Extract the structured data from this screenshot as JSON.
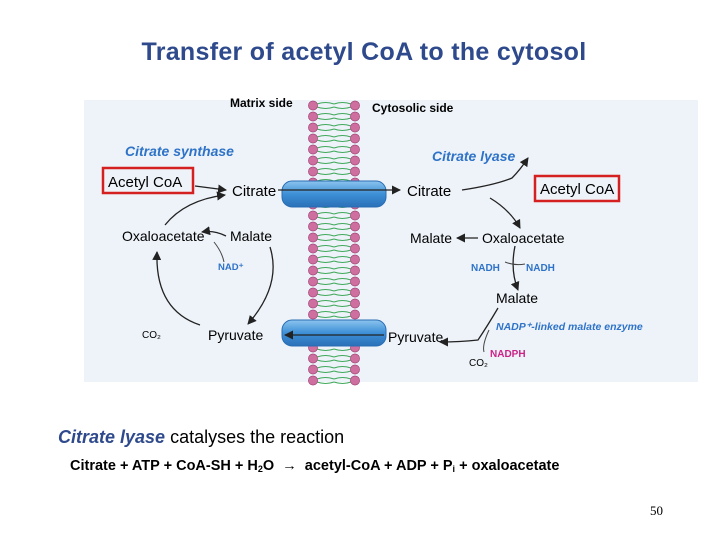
{
  "title": "Transfer of acetyl CoA to the cytosol",
  "labels": {
    "matrix_side": "Matrix side",
    "cytosolic_side": "Cytosolic side",
    "citrate_synthase": "Citrate synthase",
    "citrate_lyase": "Citrate lyase",
    "acetyl_coa": "Acetyl CoA",
    "citrate": "Citrate",
    "oxaloacetate": "Oxaloacetate",
    "malate": "Malate",
    "nad_plus": "NAD⁺",
    "pyruvate": "Pyruvate",
    "co2": "CO₂",
    "nadh": "NADH",
    "nadp_enzyme": "NADP⁺-linked malate enzyme",
    "nadph": "NADPH"
  },
  "caption": {
    "enzyme": "Citrate lyase",
    "rest": " catalyses the reaction"
  },
  "equation": {
    "left": "Citrate + ATP + CoA-SH + H",
    "water_sub": "2",
    "water_o": "O",
    "arrow": "→",
    "right": "acetyl-CoA + ADP + P",
    "pi_sub": "i",
    "end": " + oxaloacetate"
  },
  "page_number": "50",
  "colors": {
    "title": "#2e4a8c",
    "enzyme_label": "#2e73c8",
    "highlight_box": "#d42020",
    "transporter": "#3d8fd6",
    "membrane_head": "#cf6fa0",
    "membrane_tail": "#3fa85a",
    "nadph": "#cc2288"
  }
}
